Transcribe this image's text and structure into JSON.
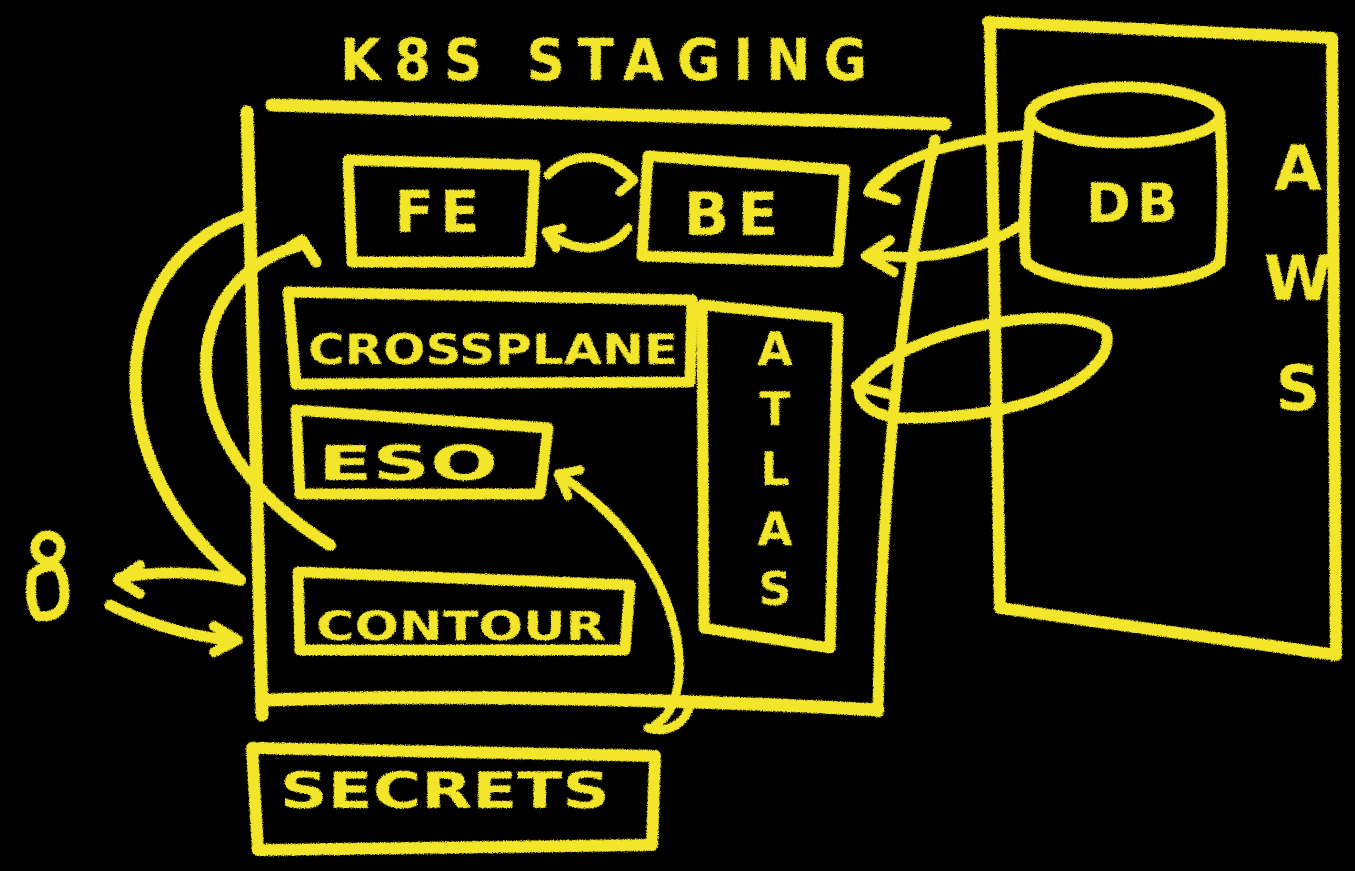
{
  "diagram": {
    "stroke_color": "#F2E52A",
    "background_color": "#000000",
    "cluster_label": "K8S STAGING",
    "nodes": {
      "fe": "FE",
      "be": "BE",
      "db": "DB",
      "crossplane": "CROSSPLANE",
      "eso": "ESO",
      "atlas": "ATLAS",
      "contour": "CONTOUR",
      "secrets": "SECRETS"
    },
    "cloud_label": "AWS",
    "user_icon": "person-icon"
  }
}
